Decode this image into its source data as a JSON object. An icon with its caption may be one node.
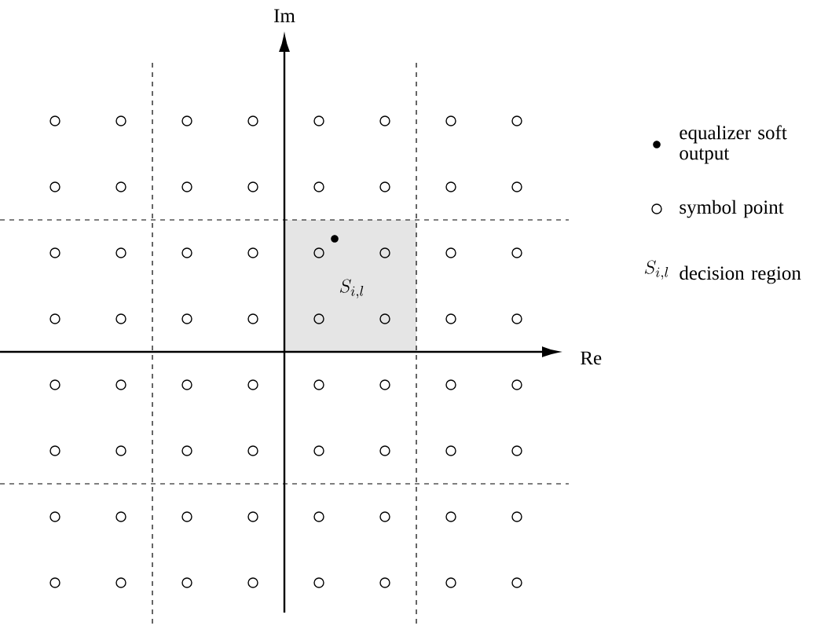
{
  "diagram": {
    "labels": [
      "Im",
      "Re",
      "S_{i,l}",
      "S_{i,l}"
    ],
    "legend": [
      {
        "text": "equalizer soft output"
      },
      {
        "text": "symbol point"
      },
      {
        "text": "decision region"
      }
    ]
  }
}
